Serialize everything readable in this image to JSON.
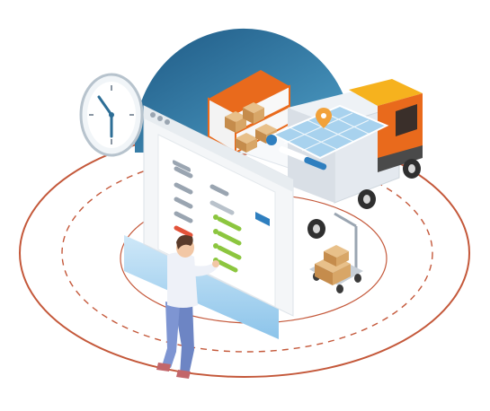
{
  "illustration": {
    "subject": "logistics-warehouse-management",
    "icons": [
      "clock-icon",
      "shelf-icon",
      "delivery-truck-icon",
      "map-pin-icon",
      "hand-cart-icon",
      "box-icon",
      "user-icon"
    ],
    "colors": {
      "accent_blue": "#2d6e96",
      "light_blue": "#a8d2ee",
      "truck_orange": "#e96a1c",
      "truck_yellow": "#f6b21e",
      "orbit_red": "#c4583a",
      "box_tan": "#d8a667",
      "status_green": "#8cc63f",
      "status_red": "#e2533a",
      "gray": "#9aa5b1"
    },
    "dashboard": {
      "row_status": [
        "neutral",
        "neutral",
        "green",
        "green",
        "green",
        "green",
        "green"
      ]
    }
  }
}
